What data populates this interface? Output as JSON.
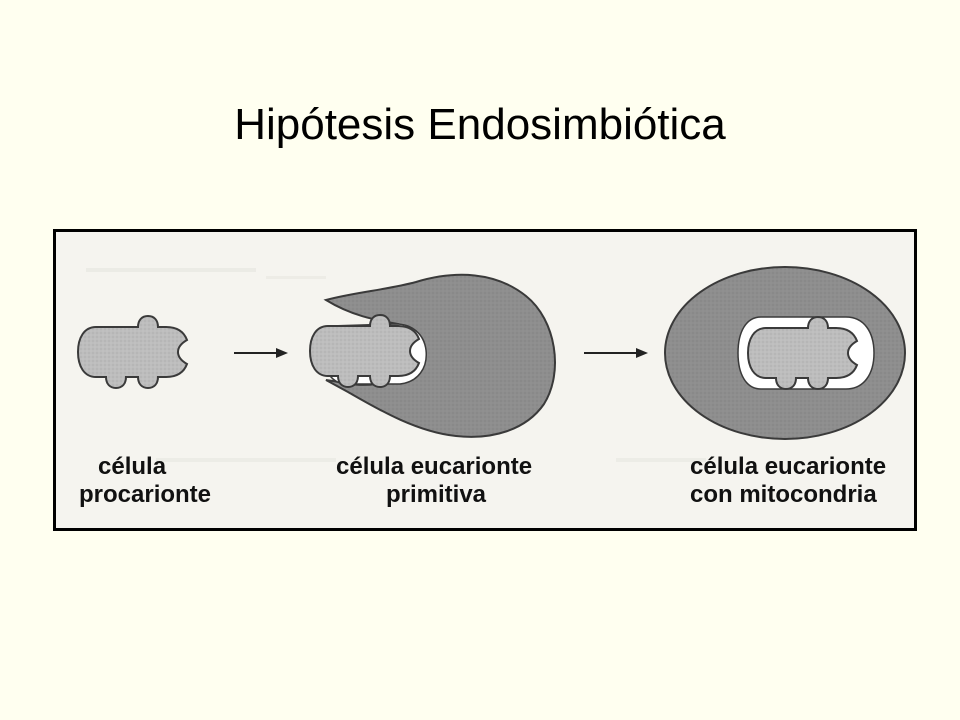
{
  "title": "Hipótesis Endosimbiótica",
  "colors": {
    "background": "#fffff0",
    "panel": "#f5f4ef",
    "eukaryote_fill": "#8e8e8e",
    "prokaryote_fill": "#bdbdbd",
    "outline": "#3a3a3a"
  },
  "stages": [
    {
      "label_line1": "célula",
      "label_line2": "procarionte"
    },
    {
      "label_line1": "célula  eucarionte",
      "label_line2": "primitiva"
    },
    {
      "label_line1": "célula  eucarionte",
      "label_line2": "con mitocondria"
    }
  ],
  "icons": [
    "arrow-right-icon",
    "arrow-right-icon"
  ]
}
